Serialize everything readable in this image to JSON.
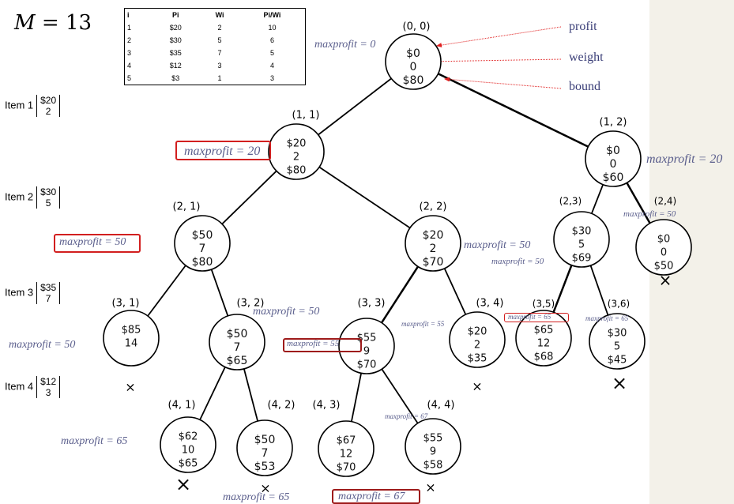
{
  "capacity": {
    "symbol": "M",
    "eq": "=",
    "value": "13"
  },
  "item_table": {
    "headers": [
      "i",
      "Pi",
      "Wi",
      "Pi/Wi"
    ],
    "rows": [
      [
        "1",
        "$20",
        "2",
        "10"
      ],
      [
        "2",
        "$30",
        "5",
        "6"
      ],
      [
        "3",
        "$35",
        "7",
        "5"
      ],
      [
        "4",
        "$12",
        "3",
        "4"
      ],
      [
        "5",
        "$3",
        "1",
        "3"
      ]
    ]
  },
  "item_labels": [
    {
      "label": "Item 1",
      "profit": "$20",
      "weight": "2"
    },
    {
      "label": "Item 2",
      "profit": "$30",
      "weight": "5"
    },
    {
      "label": "Item 3",
      "profit": "$35",
      "weight": "7"
    },
    {
      "label": "Item 4",
      "profit": "$12",
      "weight": "3"
    }
  ],
  "callouts": {
    "profit": "profit",
    "weight": "weight",
    "bound": "bound"
  },
  "nodes": {
    "n00": {
      "label": "(0, 0)",
      "profit": "$0",
      "weight": "0",
      "bound": "$80"
    },
    "n11": {
      "label": "(1, 1)",
      "profit": "$20",
      "weight": "2",
      "bound": "$80"
    },
    "n12": {
      "label": "(1, 2)",
      "profit": "$0",
      "weight": "0",
      "bound": "$60"
    },
    "n21": {
      "label": "(2, 1)",
      "profit": "$50",
      "weight": "7",
      "bound": "$80"
    },
    "n22": {
      "label": "(2, 2)",
      "profit": "$20",
      "weight": "2",
      "bound": "$70"
    },
    "n23": {
      "label": "(2,3)",
      "profit": "$30",
      "weight": "5",
      "bound": "$69"
    },
    "n24": {
      "label": "(2,4)",
      "profit": "$0",
      "weight": "0",
      "bound": "$50"
    },
    "n31": {
      "label": "(3, 1)",
      "profit": "$85",
      "weight": "14",
      "bound": ""
    },
    "n32": {
      "label": "(3, 2)",
      "profit": "$50",
      "weight": "7",
      "bound": "$65"
    },
    "n33": {
      "label": "(3, 3)",
      "profit": "$55",
      "weight": "9",
      "bound": "$70"
    },
    "n34": {
      "label": "(3, 4)",
      "profit": "$20",
      "weight": "2",
      "bound": "$35"
    },
    "n35": {
      "label": "(3,5)",
      "profit": "$65",
      "weight": "12",
      "bound": "$68"
    },
    "n36": {
      "label": "(3,6)",
      "profit": "$30",
      "weight": "5",
      "bound": "$45"
    },
    "n41": {
      "label": "(4, 1)",
      "profit": "$62",
      "weight": "10",
      "bound": "$65"
    },
    "n42": {
      "label": "(4, 2)",
      "profit": "$50",
      "weight": "7",
      "bound": "$53"
    },
    "n43": {
      "label": "(4, 3)",
      "profit": "$67",
      "weight": "12",
      "bound": "$70"
    },
    "n44": {
      "label": "(4, 4)",
      "profit": "$55",
      "weight": "9",
      "bound": "$58"
    }
  },
  "maxprofit": {
    "mp0": "maxprofit = 0",
    "mp1": "maxprofit = 20",
    "mp2": "maxprofit = 20",
    "mp3": "maxprofit = 50",
    "mp4": "maxprofit = 50",
    "mp5": "maxprofit = 50",
    "mp6": "maxprofit = 50",
    "mp7": "maxprofit = 50",
    "mp8": "maxprofit = 55",
    "mp9": "maxprofit = 55",
    "mp10": "maxprofit = 65",
    "mp11": "maxprofit = 65",
    "mp12": "maxprofit = 50",
    "mp13": "maxprofit = 65",
    "mp14": "maxprofit = 67",
    "mp15": "maxprofit = 65",
    "mp16": "maxprofit = 67"
  },
  "pruned_mark": "×",
  "colors": {
    "annotation": "#5a5e8c",
    "highlight": "#d21f1f",
    "callout_arrow": "#e02020",
    "panel": "#f3f1e9"
  }
}
